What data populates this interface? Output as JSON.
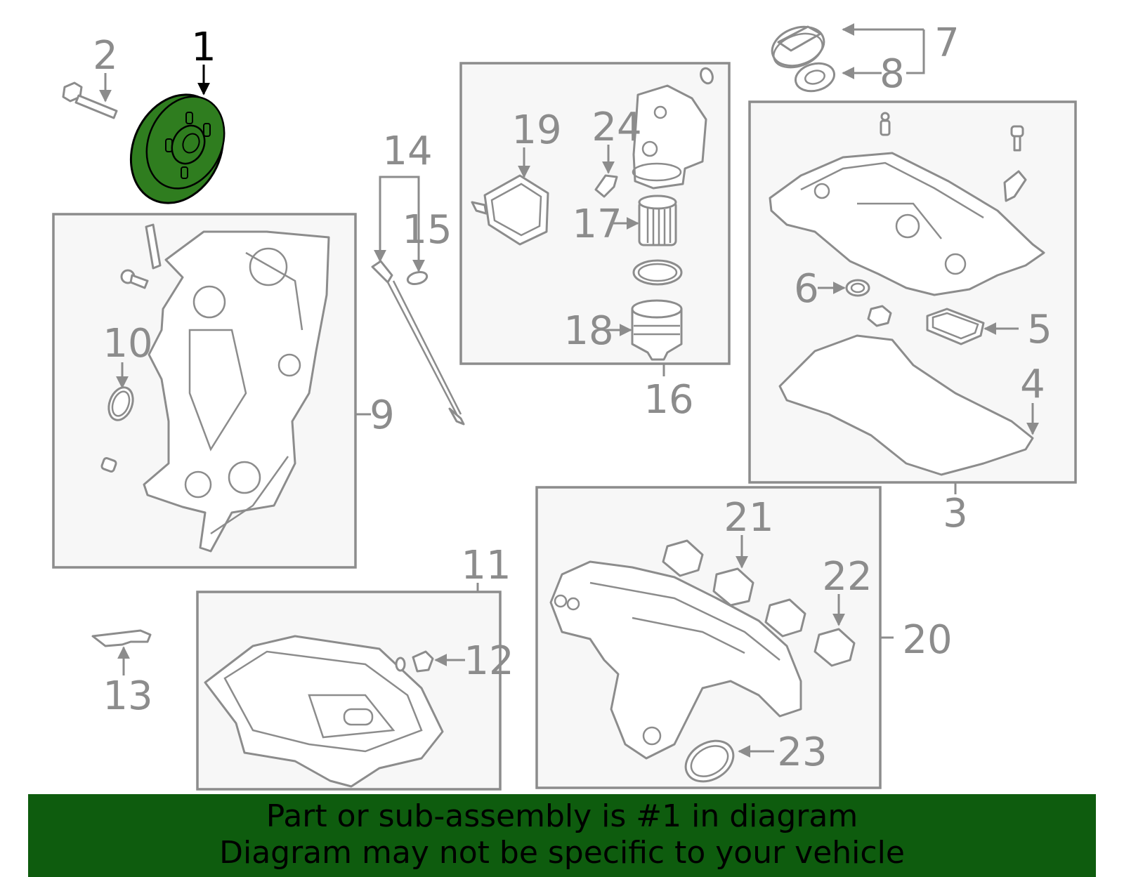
{
  "callouts": {
    "c1": "1",
    "c2": "2",
    "c3": "3",
    "c4": "4",
    "c5": "5",
    "c6": "6",
    "c7": "7",
    "c8": "8",
    "c9": "9",
    "c10": "10",
    "c11": "11",
    "c12": "12",
    "c13": "13",
    "c14": "14",
    "c15": "15",
    "c16": "16",
    "c17": "17",
    "c18": "18",
    "c19": "19",
    "c20": "20",
    "c21": "21",
    "c22": "22",
    "c23": "23",
    "c24": "24"
  },
  "selected_part": "1",
  "colors": {
    "highlight": "#2f7d1f",
    "banner": "#0e5c0e",
    "line": "#8c8c8c"
  },
  "banner": {
    "line1": "Part or sub-assembly is #1 in diagram",
    "line2": "Diagram may not be specific to your vehicle"
  }
}
